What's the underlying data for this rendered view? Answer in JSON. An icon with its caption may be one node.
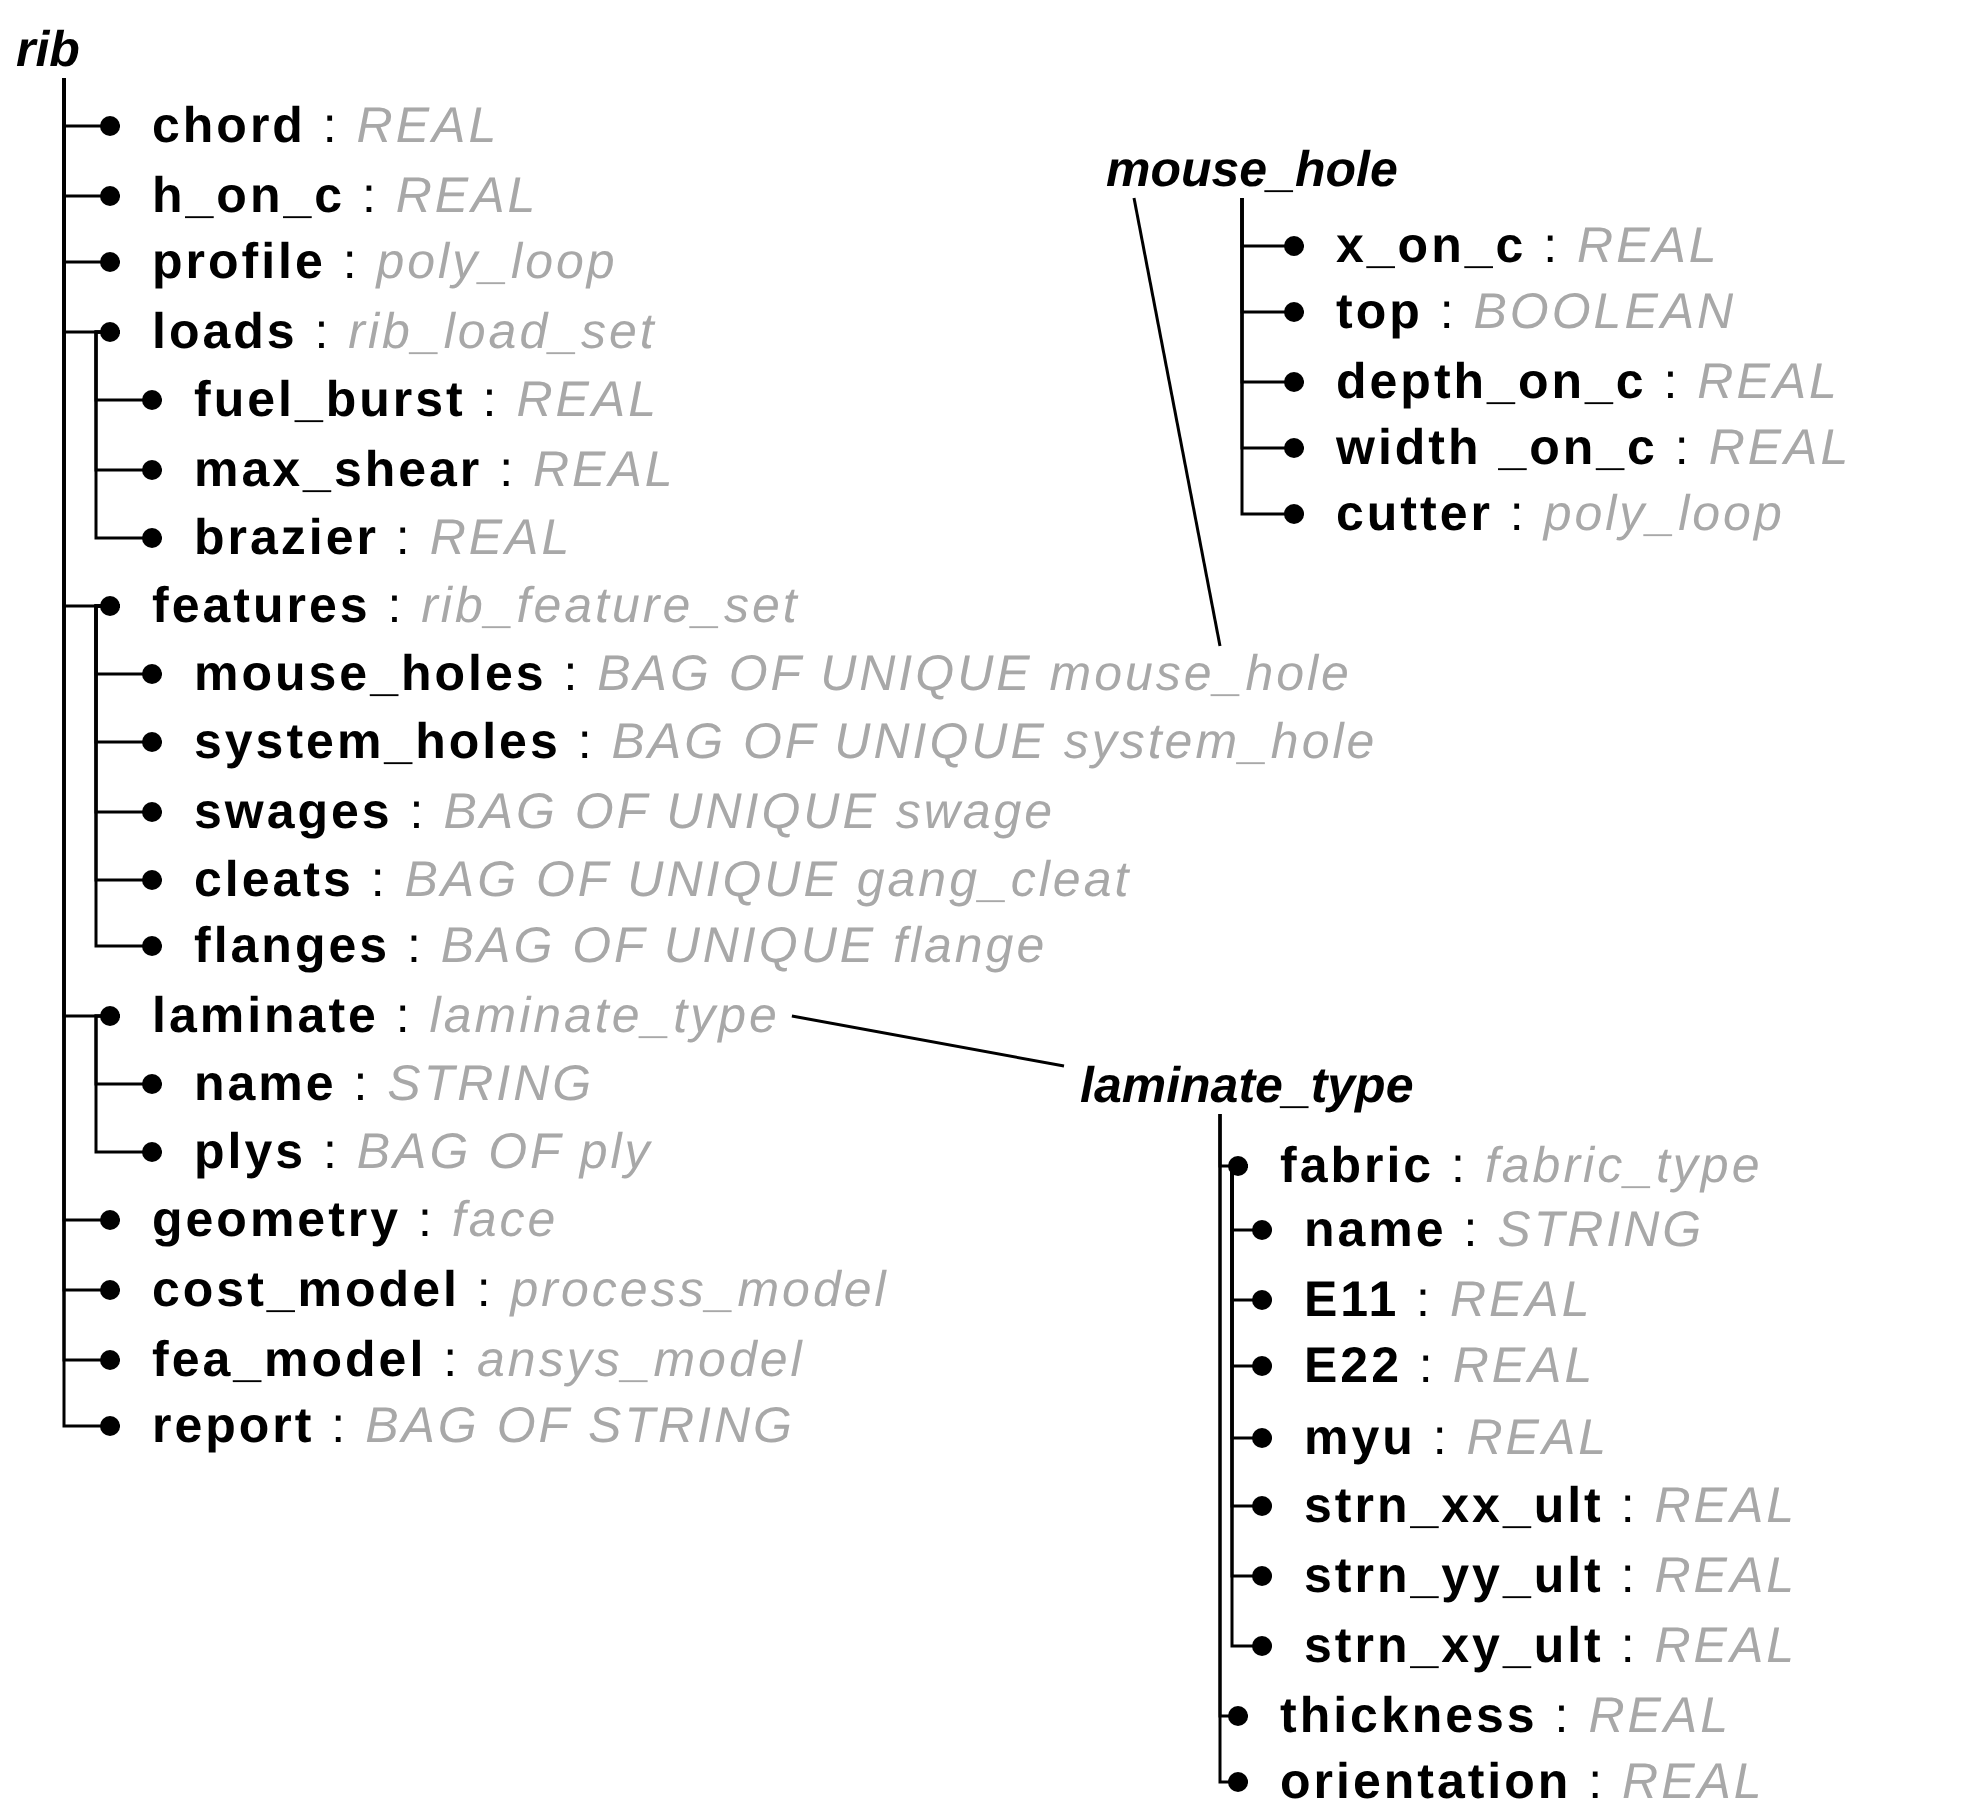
{
  "diagram": {
    "nodes": [
      {
        "text": [
          "rib"
        ]
      },
      {
        "text": [
          "**chord** : *REAL*"
        ]
      },
      {
        "text": [
          "**h_on_c** : *REAL*"
        ]
      },
      {
        "text": [
          "**profile** : *poly_loop*"
        ]
      },
      {
        "text": [
          "**loads** : *rib_load_set*"
        ]
      },
      {
        "text": [
          "**fuel_burst** : *REAL*"
        ]
      },
      {
        "text": [
          "**max_shear** : *REAL*"
        ]
      },
      {
        "text": [
          "**brazier** : *REAL*"
        ]
      },
      {
        "text": [
          "**features** : *rib_feature_set*"
        ]
      },
      {
        "text": [
          "**mouse_holes** : *BAG OF UNIQUE mouse_hole*"
        ]
      },
      {
        "text": [
          "**system_holes** : *BAG OF UNIQUE system_hole*"
        ]
      },
      {
        "text": [
          "**swages** : *BAG OF UNIQUE swage*"
        ]
      },
      {
        "text": [
          "**cleats** : *BAG OF UNIQUE gang_cleat*"
        ]
      },
      {
        "text": [
          "**flanges** : *BAG OF UNIQUE flange*"
        ]
      },
      {
        "text": [
          "**laminate** : *laminate_type*"
        ]
      },
      {
        "text": [
          "**name** : *STRING*"
        ]
      },
      {
        "text": [
          "**plys** : *BAG OF ply*"
        ]
      },
      {
        "text": [
          "**geometry** : *face*"
        ]
      },
      {
        "text": [
          "**cost_model** : *process_model*"
        ]
      },
      {
        "text": [
          "**fea_model** : *ansys_model*"
        ]
      },
      {
        "text": [
          "**report** : *BAG OF STRING*"
        ]
      },
      {
        "text": [
          "mouse_hole"
        ]
      },
      {
        "text": [
          "**x_on_c** : *REAL*"
        ]
      },
      {
        "text": [
          "**top** : *BOOLEAN*"
        ]
      },
      {
        "text": [
          "**depth_on_c** : *REAL*"
        ]
      },
      {
        "text": [
          "**width _on_c** : *REAL*"
        ]
      },
      {
        "text": [
          "**cutter** : *poly_loop*"
        ]
      },
      {
        "text": [
          "laminate_type"
        ]
      },
      {
        "text": [
          "**fabric** : *fabric_type*"
        ]
      },
      {
        "text": [
          "**name** : *STRING*"
        ]
      },
      {
        "text": [
          "**E11** : *REAL*"
        ]
      },
      {
        "text": [
          "**E22** : *REAL*"
        ]
      },
      {
        "text": [
          "**myu** : *REAL*"
        ]
      },
      {
        "text": [
          "**strn_xx_ult** : *REAL*"
        ]
      },
      {
        "text": [
          "**strn_yy_ult** : *REAL*"
        ]
      },
      {
        "text": [
          "**strn_xy_ult** : *REAL*"
        ]
      },
      {
        "text": [
          "**thickness** : *REAL*"
        ]
      },
      {
        "text": [
          "**orientation** : *REAL*"
        ]
      }
    ],
    "edges": [
      {
        "from": 0,
        "to": 1,
        "arrow": "other"
      },
      {
        "from": 0,
        "to": 2,
        "arrow": "other"
      },
      {
        "from": 0,
        "to": 3,
        "arrow": "other"
      },
      {
        "from": 0,
        "to": 4,
        "arrow": "other"
      },
      {
        "from": 4,
        "to": 5,
        "arrow": "other"
      },
      {
        "from": 4,
        "to": 6,
        "arrow": "other"
      },
      {
        "from": 4,
        "to": 7,
        "arrow": "other"
      },
      {
        "from": 0,
        "to": 8,
        "arrow": "other"
      },
      {
        "from": 8,
        "to": 9,
        "arrow": "other"
      },
      {
        "from": 8,
        "to": 10,
        "arrow": "other"
      },
      {
        "from": 8,
        "to": 11,
        "arrow": "other"
      },
      {
        "from": 8,
        "to": 12,
        "arrow": "other"
      },
      {
        "from": 8,
        "to": 13,
        "arrow": "other"
      },
      {
        "from": 0,
        "to": 14,
        "arrow": "other"
      },
      {
        "from": 14,
        "to": 15,
        "arrow": "other"
      },
      {
        "from": 14,
        "to": 16,
        "arrow": "other"
      },
      {
        "from": 0,
        "to": 17,
        "arrow": "other"
      },
      {
        "from": 0,
        "to": 18,
        "arrow": "other"
      },
      {
        "from": 0,
        "to": 19,
        "arrow": "other"
      },
      {
        "from": 0,
        "to": 20,
        "arrow": "other"
      },
      {
        "from": 21,
        "to": 22,
        "arrow": "other"
      },
      {
        "from": 21,
        "to": 23,
        "arrow": "other"
      },
      {
        "from": 21,
        "to": 24,
        "arrow": "other"
      },
      {
        "from": 21,
        "to": 25,
        "arrow": "other"
      },
      {
        "from": 21,
        "to": 26,
        "arrow": "other"
      },
      {
        "from": 27,
        "to": 28,
        "arrow": "other"
      },
      {
        "from": 28,
        "to": 29,
        "arrow": "other"
      },
      {
        "from": 28,
        "to": 30,
        "arrow": "other"
      },
      {
        "from": 28,
        "to": 31,
        "arrow": "other"
      },
      {
        "from": 28,
        "to": 32,
        "arrow": "other"
      },
      {
        "from": 28,
        "to": 33,
        "arrow": "other"
      },
      {
        "from": 28,
        "to": 34,
        "arrow": "other"
      },
      {
        "from": 28,
        "to": 35,
        "arrow": "other"
      },
      {
        "from": 27,
        "to": 36,
        "arrow": "other"
      },
      {
        "from": 27,
        "to": 37,
        "arrow": "other"
      },
      {
        "from": 9,
        "to": 21,
        "arrow": "none"
      },
      {
        "from": 14,
        "to": 27,
        "arrow": "none"
      }
    ]
  }
}
